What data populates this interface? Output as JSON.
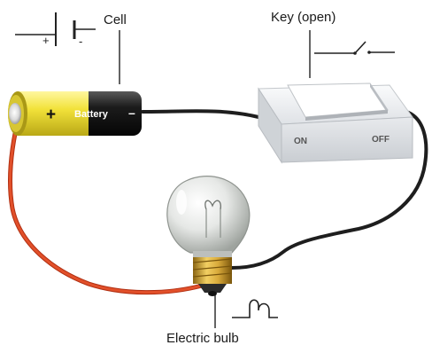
{
  "labels": {
    "cell": "Cell",
    "key": "Key (open)",
    "bulb": "Electric bulb"
  },
  "cell_symbol": {
    "plus": "+",
    "minus": "-"
  },
  "battery": {
    "plus": "+",
    "name": "Battery",
    "minus": "–"
  },
  "switch": {
    "on": "ON",
    "off": "OFF"
  },
  "colors": {
    "battery_body": "#1c1c1c",
    "battery_band": "#f2e23a",
    "wire_black": "#1e1e1e",
    "wire_red": "#e2502a",
    "bulb_cap": "#c89a2a",
    "switch_body": "#e4e6e9"
  }
}
